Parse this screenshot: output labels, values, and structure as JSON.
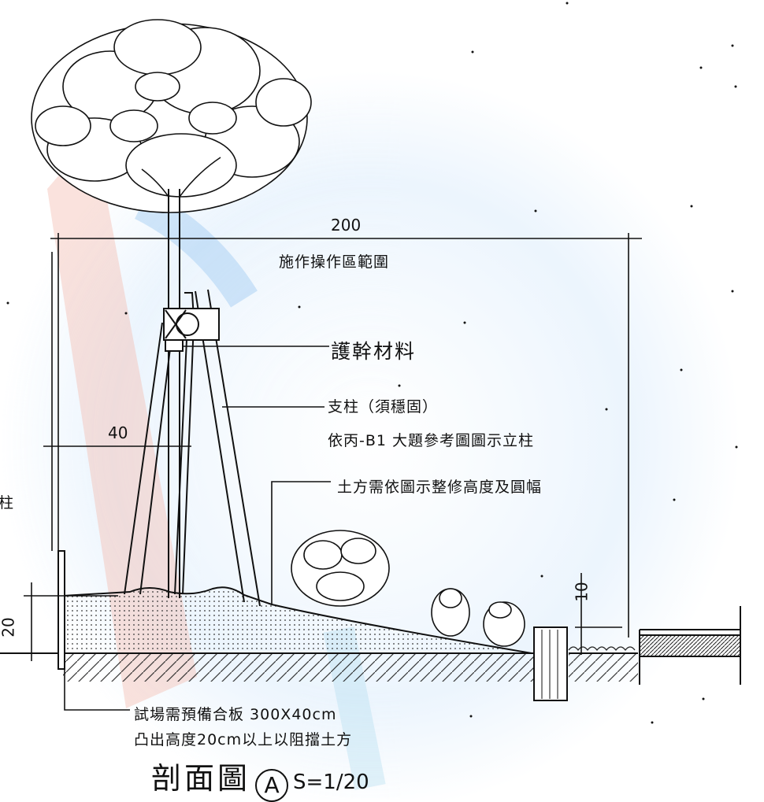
{
  "dimensions": {
    "width_total": "200",
    "support_offset": "40",
    "mound_height": "20",
    "curb_height": "10"
  },
  "labels": {
    "work_area": "施作操作區範圍",
    "trunk_protection": "護幹材料",
    "support_pole": "支柱（須穩固）",
    "support_ref": "依丙-B1 大題參考圖圖示立柱",
    "earthwork": "土方需依圖示整修高度及圓幅",
    "board_note_1": "試場需預備合板 300X40cm",
    "board_note_2": "凸出高度20cm以上以阻擋土方",
    "left_edge": "柱"
  },
  "title": {
    "text": "剖面圖",
    "marker": "A",
    "scale": "S=1/20"
  },
  "colors": {
    "line": "#111111",
    "watermark_red": "#e8472c",
    "watermark_blue": "#3f8fe0"
  }
}
